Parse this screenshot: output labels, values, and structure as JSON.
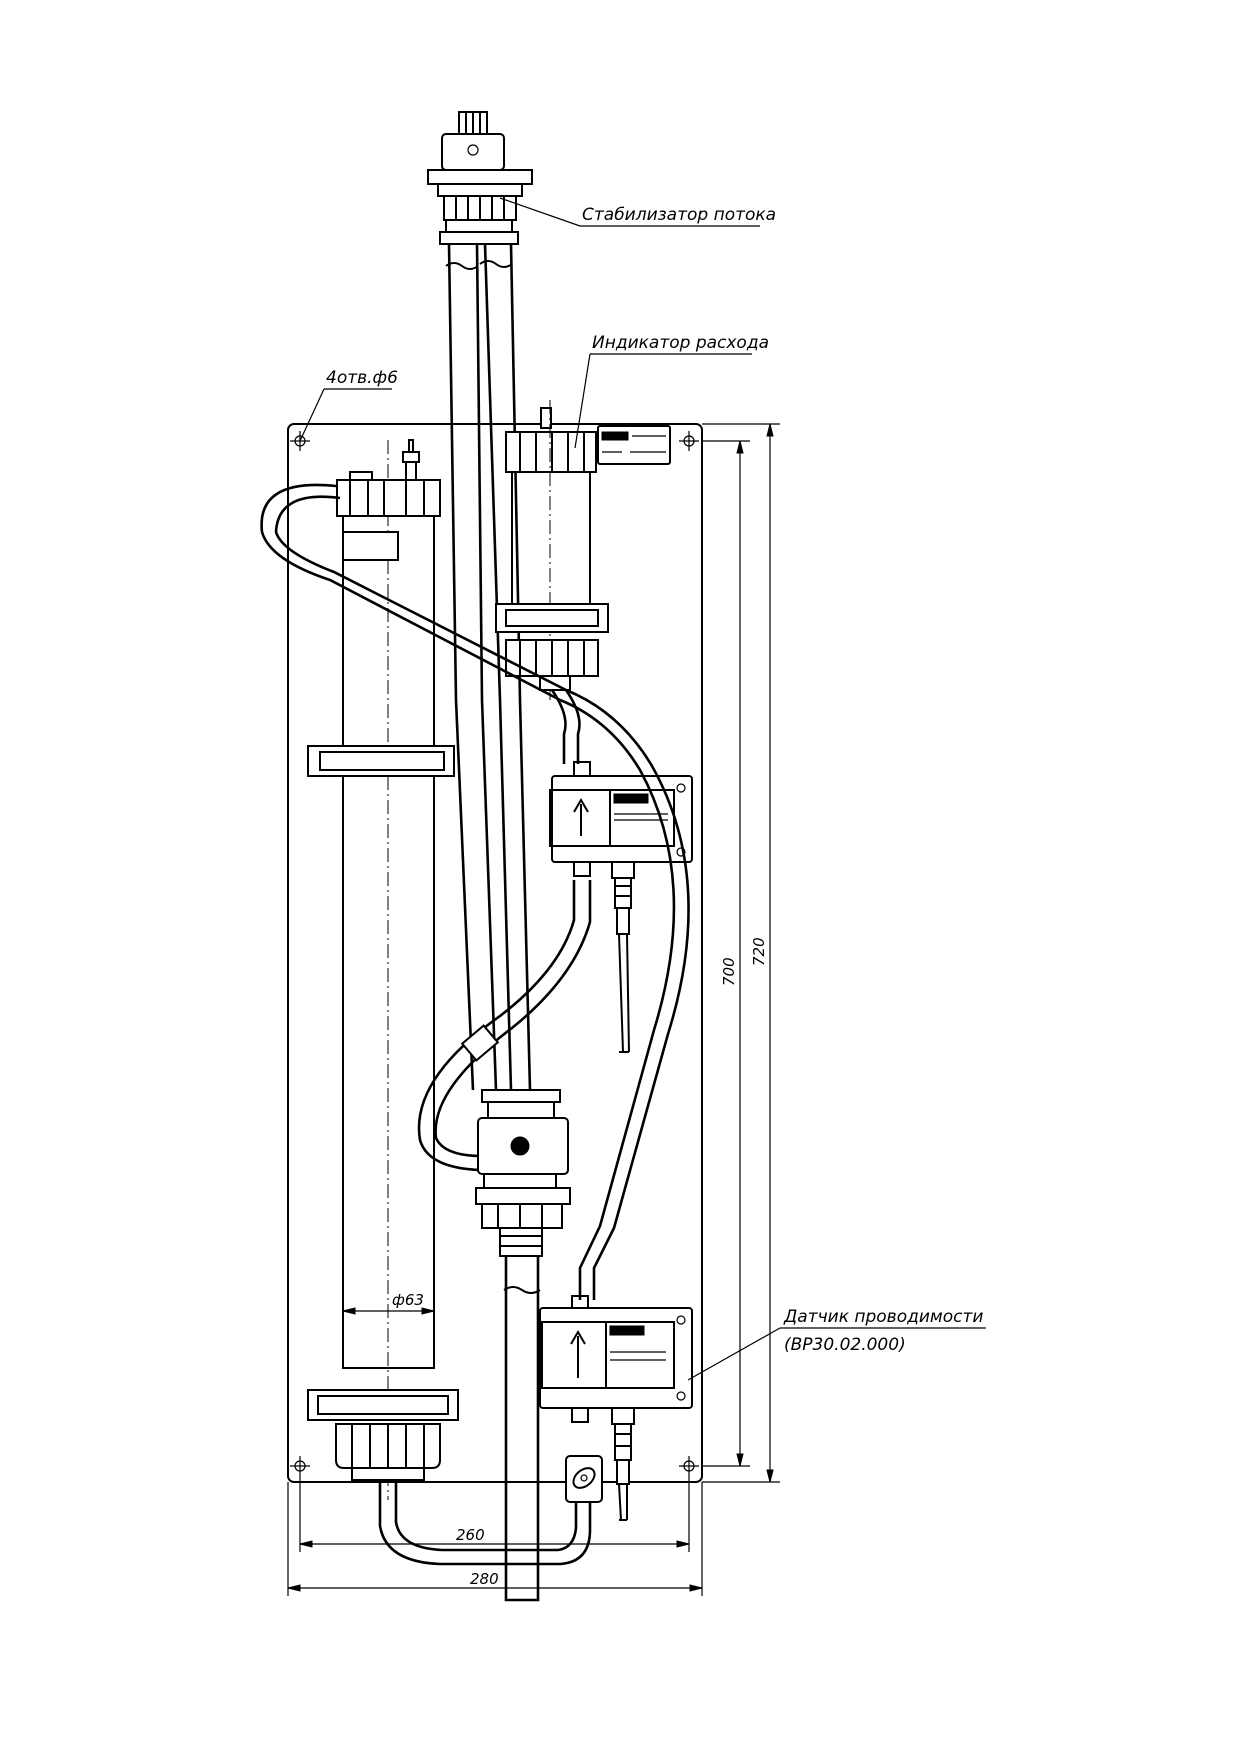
{
  "labels": {
    "flow_stabilizer": "Стабилизатор потока",
    "flow_indicator": "Индикатор расхода",
    "holes": "4отв.ф6",
    "conductivity_sensor": "Датчик проводимости",
    "conductivity_sensor_code": "(ВР30.02.000)"
  },
  "dimensions": {
    "inner_height": "700",
    "outer_height": "720",
    "inner_width": "260",
    "outer_width": "280",
    "tube_diameter": "ф63"
  }
}
